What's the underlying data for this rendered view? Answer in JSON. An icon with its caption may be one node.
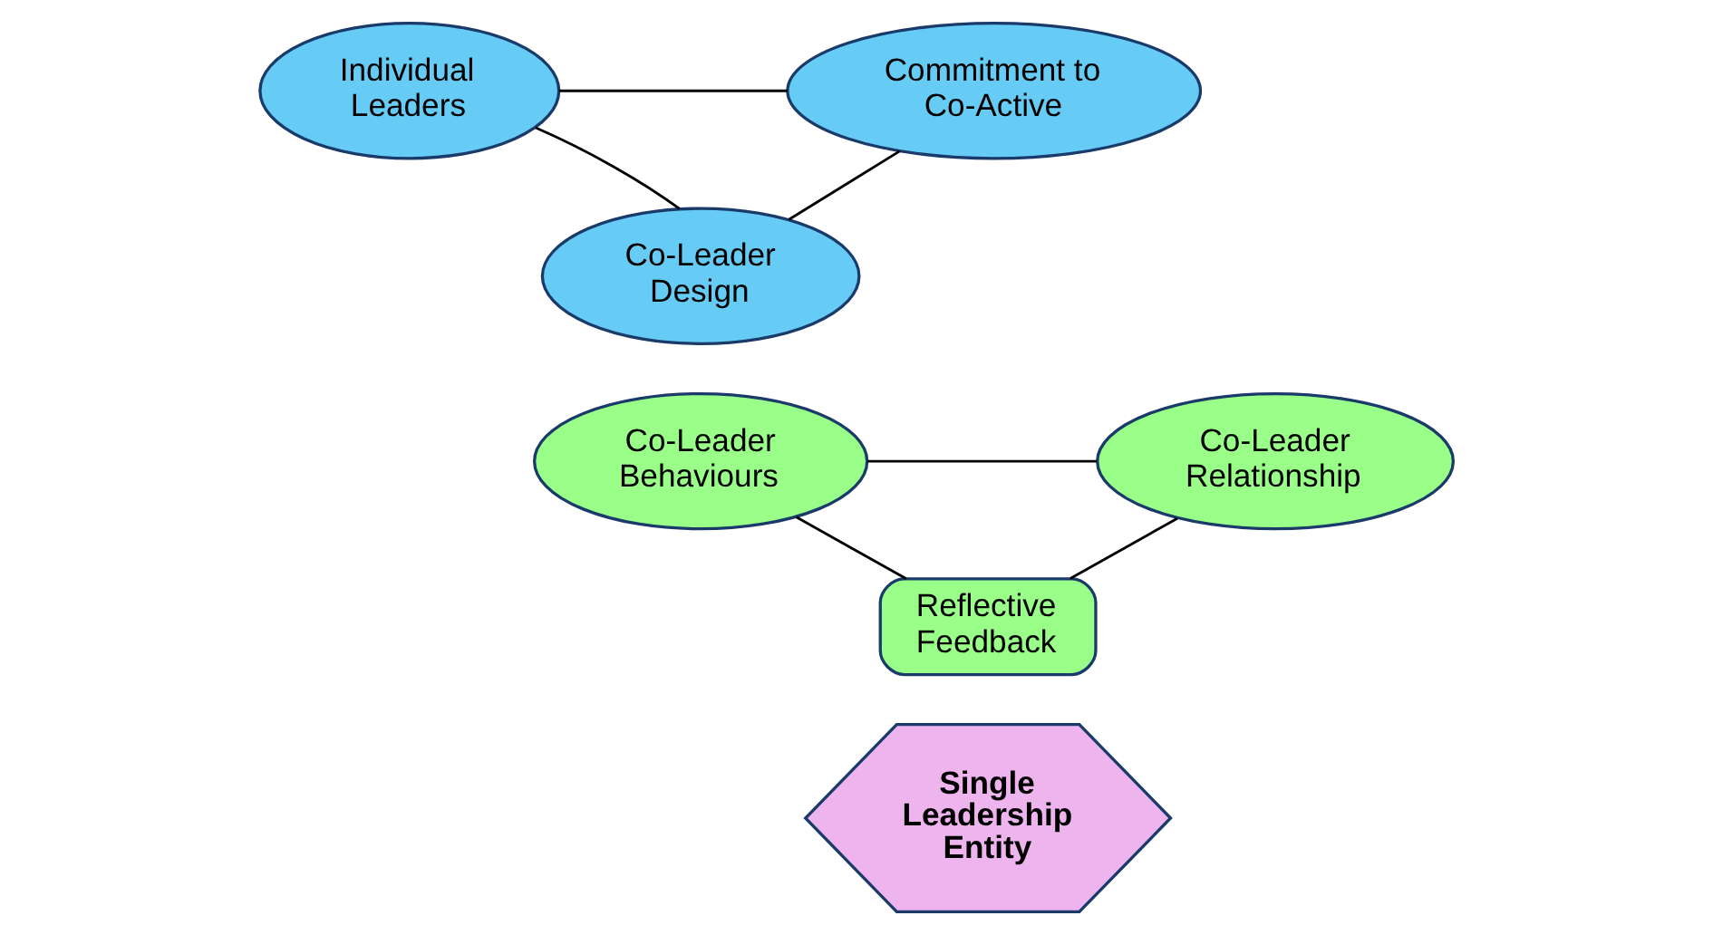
{
  "diagram": {
    "nodes": [
      {
        "text": [
          "Individual Leaders"
        ]
      },
      {
        "text": [
          "Commitment to Co-Active"
        ]
      },
      {
        "text": [
          "Co-Leader Design"
        ]
      },
      {
        "text": [
          "Co-Leader Behaviours"
        ]
      },
      {
        "text": [
          "Co-Leader Relationship"
        ]
      },
      {
        "text": [
          "Reflective Feedback"
        ]
      },
      {
        "text": [
          "Single Leadership Entity"
        ]
      }
    ],
    "edges": [
      {
        "from": 0,
        "to": 1,
        "arrow": "none"
      },
      {
        "from": 0,
        "to": 2,
        "arrow": "none"
      },
      {
        "from": 2,
        "to": 1,
        "arrow": "none"
      },
      {
        "from": 3,
        "to": 4,
        "arrow": "none"
      },
      {
        "from": 3,
        "to": 5,
        "arrow": "none"
      },
      {
        "from": 5,
        "to": 4,
        "arrow": "none"
      }
    ]
  }
}
